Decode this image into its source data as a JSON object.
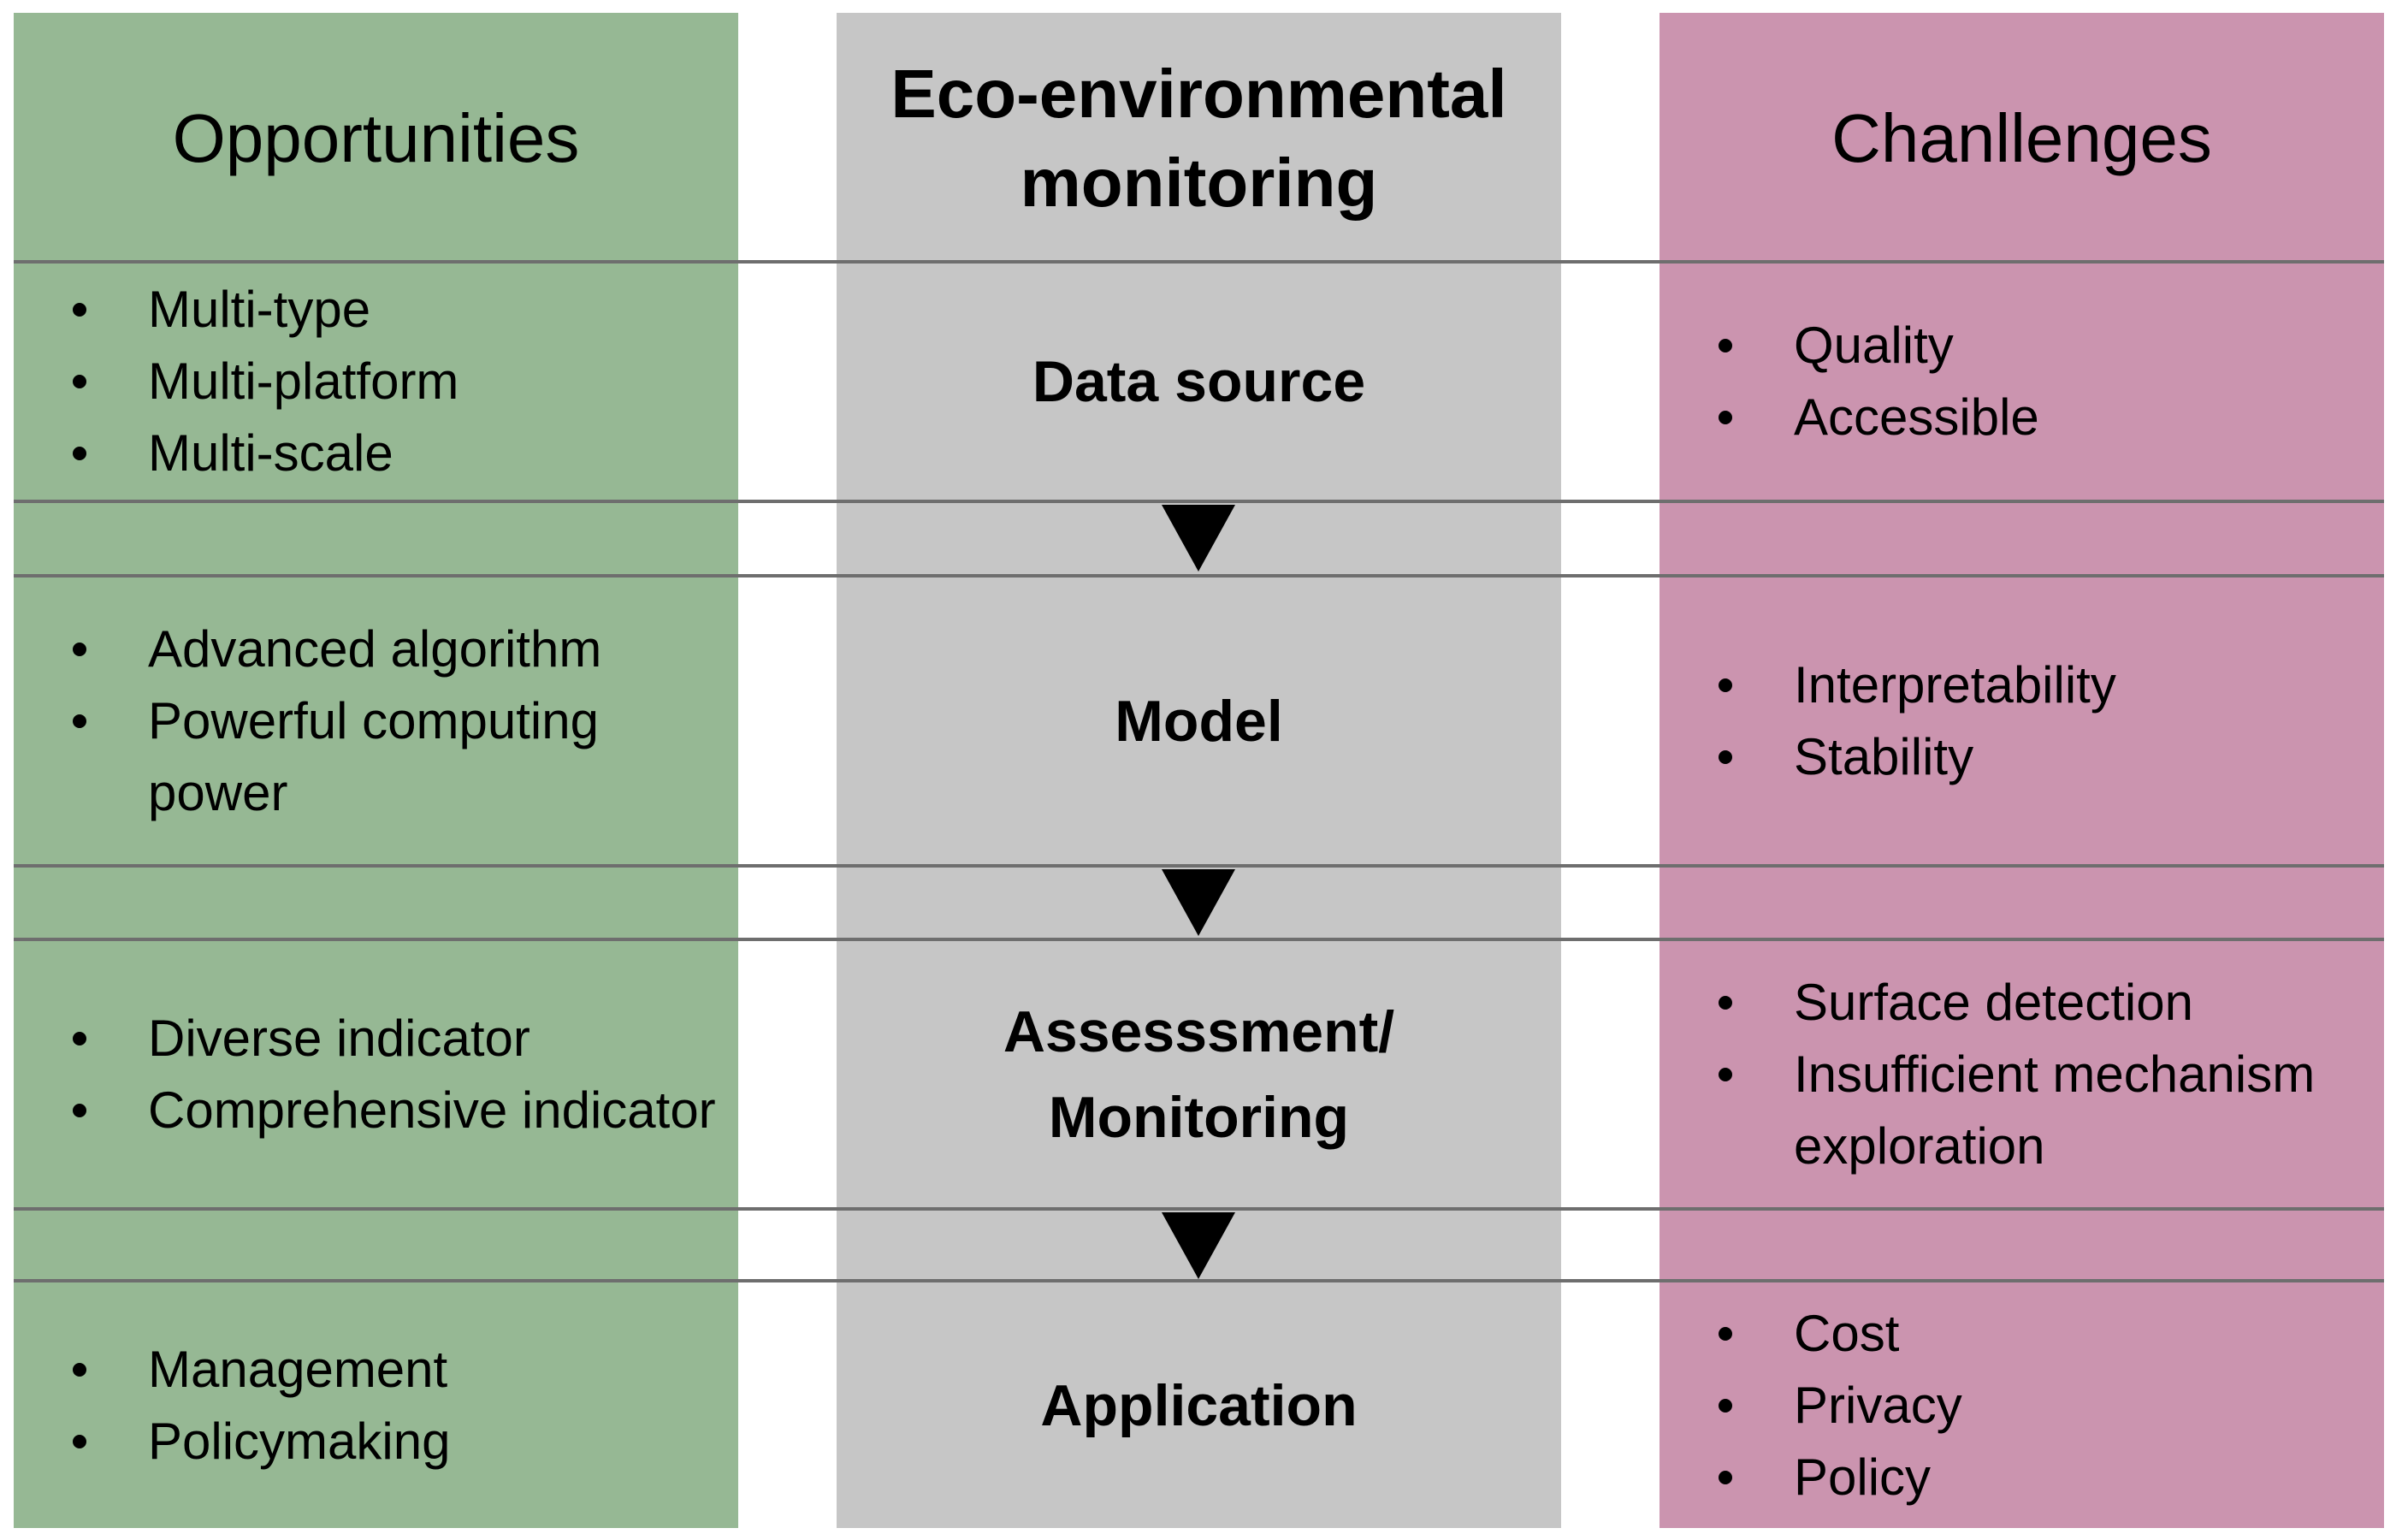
{
  "colors": {
    "left-col": "#96b894",
    "center-col": "#c6c6c6",
    "right-col": "#cb94af",
    "divider": "#6e6e6e",
    "arrow": "#000000",
    "text": "#000000",
    "background": "#ffffff"
  },
  "diagram": {
    "left": {
      "title": "Opportunities",
      "rows": [
        {
          "items": [
            "Multi-type",
            "Multi-platform",
            "Multi-scale"
          ]
        },
        {
          "items": [
            "Advanced algorithm",
            "Powerful computing power"
          ]
        },
        {
          "items": [
            "Diverse indicator",
            "Comprehensive indicator"
          ]
        },
        {
          "items": [
            "Management",
            "Policymaking"
          ]
        }
      ]
    },
    "center": {
      "title": "Eco-environmental\nmonitoring",
      "stages": [
        "Data source",
        "Model",
        "Assesssment/\nMonitoring",
        "Application"
      ]
    },
    "right": {
      "title": "Chanllenges",
      "rows": [
        {
          "items": [
            "Quality",
            "Accessible"
          ]
        },
        {
          "items": [
            "Interpretability",
            "Stability"
          ]
        },
        {
          "items": [
            "Surface detection",
            "Insufficient mechanism exploration"
          ]
        },
        {
          "items": [
            "Cost",
            "Privacy",
            "Policy"
          ]
        }
      ]
    }
  }
}
